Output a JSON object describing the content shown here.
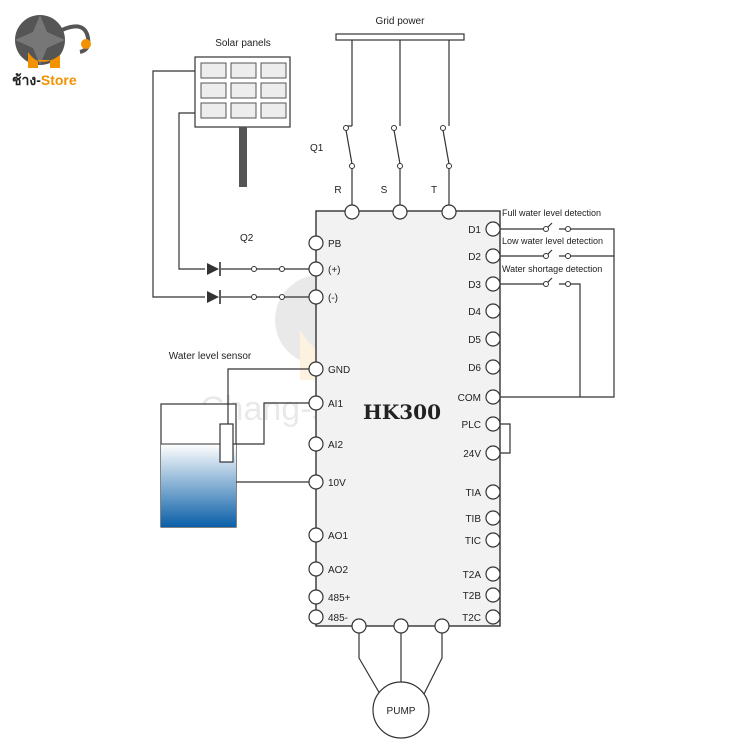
{
  "logo": {
    "text_thai": "ช้าง-",
    "text_store": "Store",
    "icon": "elephant-icon"
  },
  "watermark": "Chang-store.com",
  "labels": {
    "grid_power": "Grid power",
    "solar_panels": "Solar panels",
    "q1": "Q1",
    "q2": "Q2",
    "water_level_sensor": "Water level sensor",
    "pump": "PUMP",
    "model": "HK300"
  },
  "grid_terminals": [
    "R",
    "S",
    "T"
  ],
  "left_terminals": [
    "PB",
    "(+)",
    "(-)",
    "GND",
    "AI1",
    "AI2",
    "10V",
    "AO1",
    "AO2",
    "485+",
    "485-"
  ],
  "right_terminals": [
    "D1",
    "D2",
    "D3",
    "D4",
    "D5",
    "D6",
    "COM",
    "PLC",
    "24V",
    "TIA",
    "TIB",
    "TIC",
    "T2A",
    "T2B",
    "T2C"
  ],
  "detections": [
    "Full water level detection",
    "Low water level detection",
    "Water shortage detection"
  ],
  "colors": {
    "brand_orange": "#f39200",
    "water_top": "#ffffff",
    "water_bottom": "#0a5fa8",
    "box_fill": "#f2f2f2"
  }
}
